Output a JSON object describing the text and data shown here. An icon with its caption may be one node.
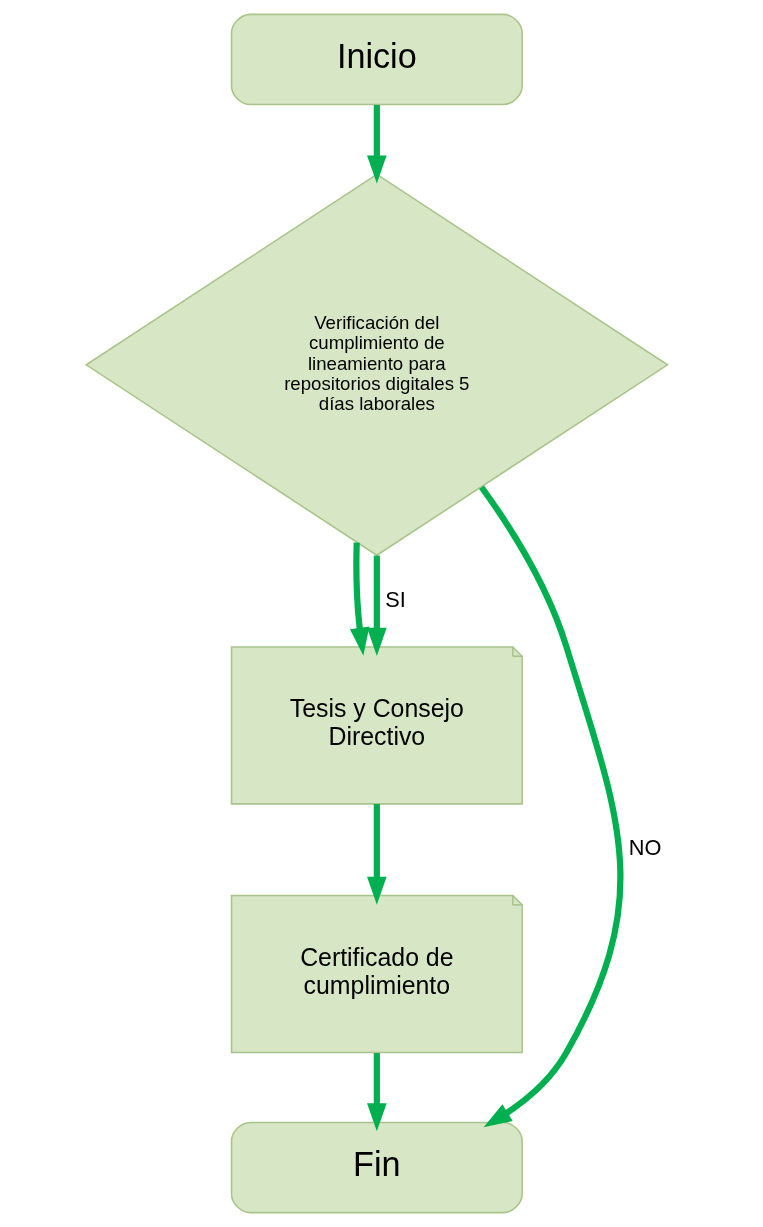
{
  "diagram": {
    "nodes": [
      {
        "text": [
          "Inicio"
        ]
      },
      {
        "text": [
          "Verificación del cumplimiento de lineamiento para repositorios digitales 5 días laborales"
        ]
      },
      {
        "text": [
          "Tesis y Consejo Directivo"
        ]
      },
      {
        "text": [
          "Certificado de cumplimiento"
        ]
      },
      {
        "text": [
          "Fin"
        ]
      }
    ],
    "edges": [
      {
        "from": 0,
        "to": 1,
        "arrow": "to"
      },
      {
        "from": 1,
        "to": 2,
        "arrow": "to"
      },
      {
        "from": 1,
        "to": 2,
        "arrow": "to",
        "label": "SI"
      },
      {
        "from": 1,
        "to": 4,
        "arrow": "to",
        "label": "NO"
      },
      {
        "from": 2,
        "to": 3,
        "arrow": "to"
      },
      {
        "from": 3,
        "to": 4,
        "arrow": "to"
      }
    ]
  }
}
